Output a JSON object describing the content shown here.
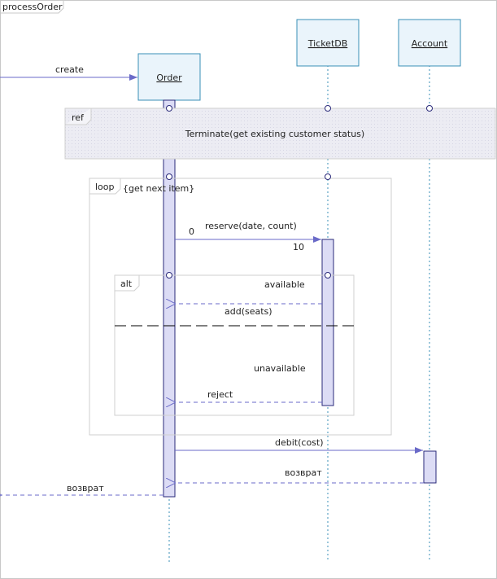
{
  "frame": {
    "title": "processOrder"
  },
  "lifelines": {
    "order": {
      "label": "Order"
    },
    "ticketdb": {
      "label": "TicketDB"
    },
    "account": {
      "label": "Account"
    }
  },
  "messages": {
    "create": "create",
    "reserve": "reserve(date, count)",
    "reserve_left_marker": "0",
    "reserve_right_marker": "10",
    "add": "add(seats)",
    "reject": "reject",
    "debit": "debit(cost)",
    "return_account": "возврат",
    "return_order": "возврат"
  },
  "fragments": {
    "ref": {
      "operator": "ref",
      "text": "Terminate(get existing customer status)"
    },
    "loop": {
      "operator": "loop",
      "guard": "{get next item}"
    },
    "alt": {
      "operator": "alt",
      "guard_1": "available",
      "guard_2": "unavailable"
    }
  },
  "colors": {
    "lifeline_box_border": "#3a8fb7",
    "lifeline_box_fill": "#eaf4fb",
    "activation_fill": "#dcdcf5",
    "activation_border": "#2a2a7a",
    "message_line": "#6a6ac8",
    "fragment_border": "#cfcfcf",
    "ref_fill": "#e6e6f0"
  }
}
